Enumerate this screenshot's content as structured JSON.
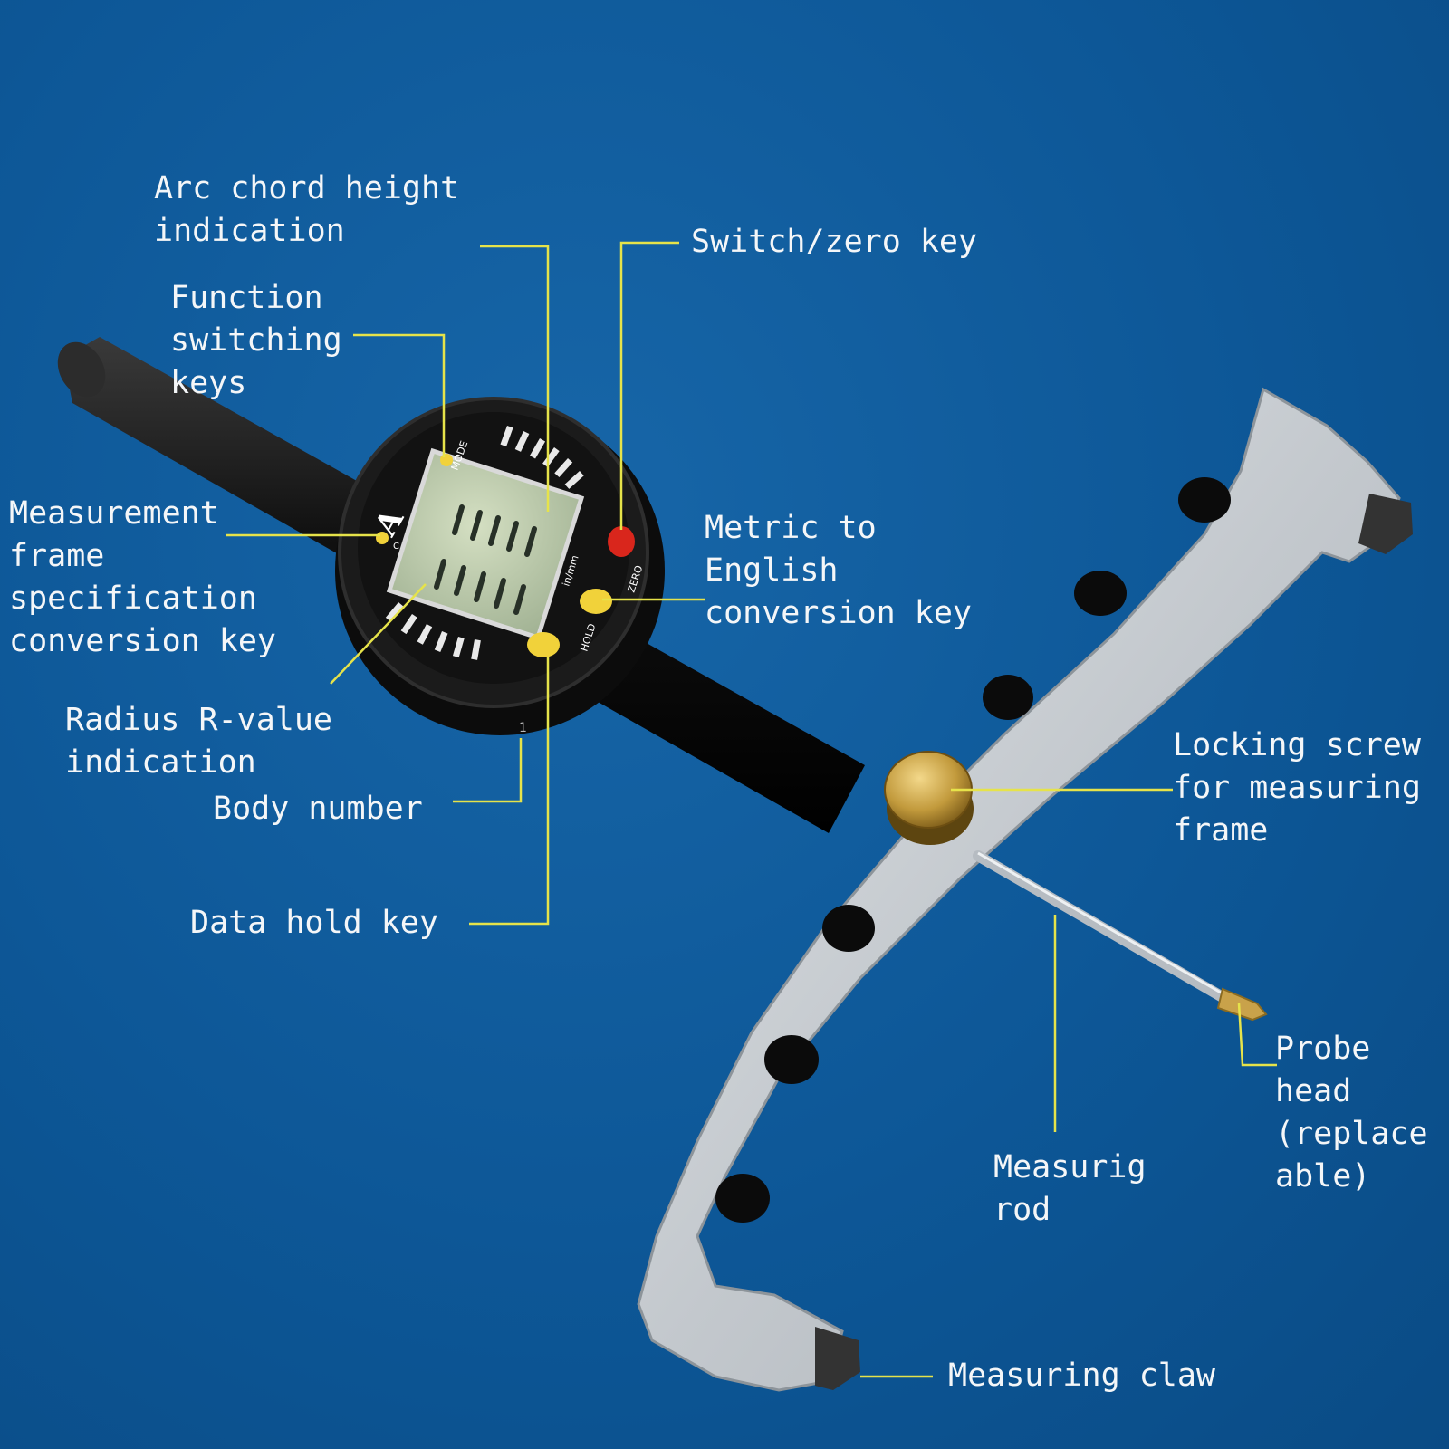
{
  "colors": {
    "background": "#0d5797",
    "leader": "#e6e34a",
    "frame": "#c9ced3",
    "knob": "#c29a3c",
    "key_yellow": "#f1d23a",
    "key_red": "#d9261c",
    "lcd": "#b9c9a4"
  },
  "gauge": {
    "brand": "A",
    "mode_text": "MODE",
    "zero_text": "ZERO",
    "hold_text": "HOLD",
    "unit_text": "in/mm",
    "c_text": "C",
    "body_mark": "1"
  },
  "labels": {
    "arc_chord_height": "Arc chord height\nindication",
    "switch_zero": "Switch/zero key",
    "function_switching": "Function\nswitching\nkeys",
    "measurement_frame": "Measurement\nframe\nspecification\nconversion key",
    "metric_english": "Metric to\nEnglish\nconversion key",
    "radius_value": "Radius R-value\nindication",
    "body_number": "Body number",
    "locking_screw": "Locking screw\nfor measuring\nframe",
    "data_hold": "Data hold key",
    "probe_head": "Probe\nhead\n(replace\nable)",
    "measuring_rod": "Measurig\nrod",
    "measuring_claw": "Measuring claw"
  }
}
